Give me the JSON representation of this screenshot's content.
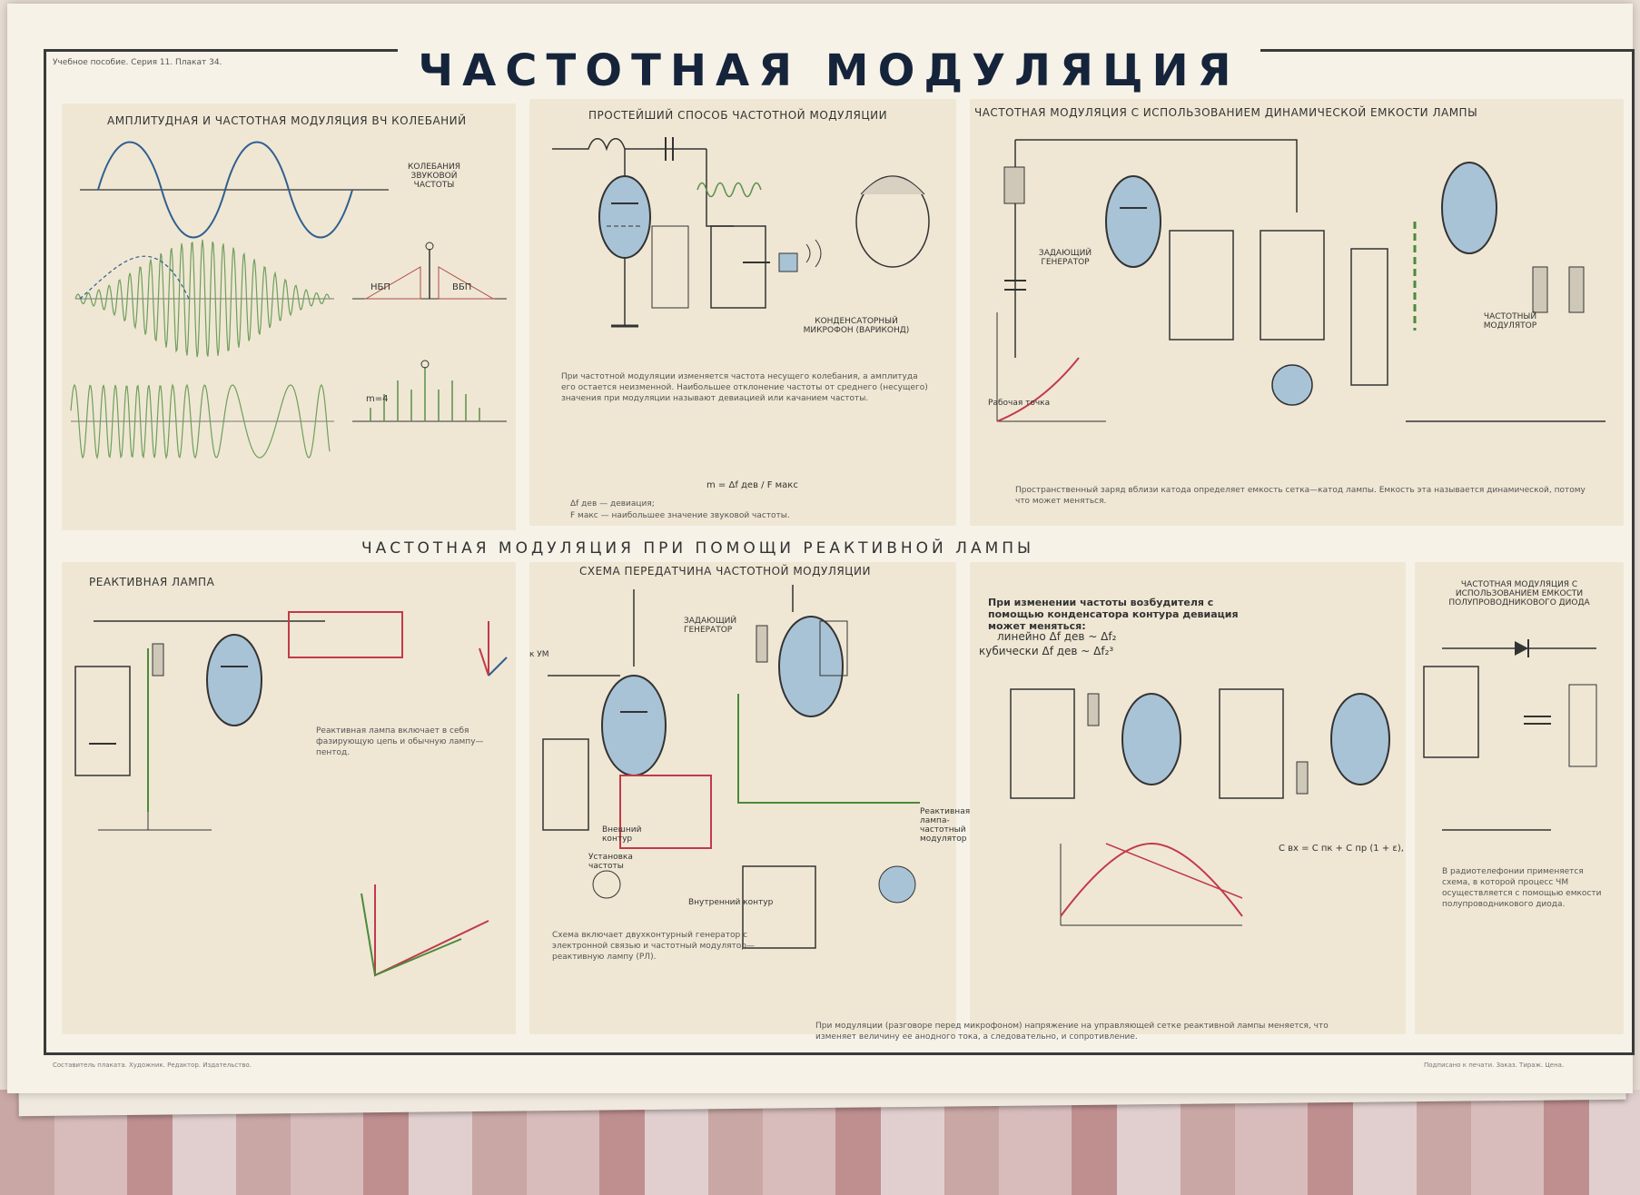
{
  "poster": {
    "title": "ЧАСТОТНАЯ МОДУЛЯЦИЯ",
    "section_headings": {
      "am_fm": "АМПЛИТУДНАЯ И ЧАСТОТНАЯ МОДУЛЯЦИЯ ВЧ КОЛЕБАНИЙ",
      "simplest": "ПРОСТЕЙШИЙ СПОСОБ ЧАСТОТНОЙ МОДУЛЯЦИИ",
      "dynamic": "ЧАСТОТНАЯ МОДУЛЯЦИЯ С ИСПОЛЬЗОВАНИЕМ ДИНАМИЧЕСКОЙ ЕМКОСТИ ЛАМПЫ",
      "reactive_band": "ЧАСТОТНАЯ МОДУЛЯЦИЯ ПРИ ПОМОЩИ РЕАКТИВНОЙ ЛАМПЫ",
      "reactive_lamp": "РЕАКТИВНАЯ ЛАМПА",
      "transmitter": "СХЕМА ПЕРЕДАТЧИНА ЧАСТОТНОЙ МОДУЛЯЦИИ",
      "diode": "ЧАСТОТНАЯ МОДУЛЯЦИЯ С ИСПОЛЬЗОВАНИЕМ ЕМКОСТИ ПОЛУПРОВОДНИКОВОГО ДИОДА"
    },
    "labels": {
      "sound_osc": "КОЛЕБАНИЯ ЗВУКОВОЙ ЧАСТОТЫ",
      "lower_band": "НБП",
      "upper_band": "ВБП",
      "m4": "m=4",
      "condenser_mic": "КОНДЕНСАТОРНЫЙ МИКРОФОН (ВАРИКОНД)",
      "master_gen": "ЗАДАЮЩИЙ ГЕНЕРАТОР",
      "freq_modulator": "ЧАСТОТНЫЙ МОДУЛЯТОР",
      "working_point": "Рабочая точка",
      "formula_m": "m = Δf дев / F макс",
      "dev_note": "Δf дев — девиация;",
      "fmax_note": "F макс — наибольшее значение звуковой частоты.",
      "deviation_varies": "При изменении частоты возбудителя с помощью конденсатора контура девиация может меняться:",
      "linear": "линейно  Δf дев ~ Δf₂",
      "cubic": "кубически  Δf дев ~ Δf₂³",
      "formula_c": "C вх = C пк + C пр (1 + ε),",
      "master_gen_2": "ЗАДАЮЩИЙ ГЕНЕРАТОР",
      "external_circuit": "Внешний контур",
      "internal_circuit": "Внутренний контур",
      "reactive_modulator": "Реактивная лампа-частотный модулятор",
      "freq_setting": "Установка частоты",
      "um": "к УМ"
    },
    "paragraphs": {
      "simplest_text": "При частотной модуляции изменяется частота несущего колебания, а амплитуда его остается неизменной. Наибольшее отклонение частоты от среднего (несущего) значения при модуляции называют девиацией или качанием частоты.",
      "dynamic_text": "Пространственный заряд вблизи катода определяет емкость сетка—катод лампы. Емкость эта называется динамической, потому что может меняться.",
      "reactive_text": "Реактивная лампа включает в себя фазирующую цепь и обычную лампу—пентод.",
      "transmitter_text": "Схема включает двухконтурный генератор с электронной связью и частотный модулятор—реактивную лампу (РЛ).",
      "bottom_text": "При модуляции (разговоре перед микрофоном) напряжение на управляющей сетке реактивной лампы меняется, что изменяет величину ее анодного тока, а следовательно, и сопротивление.",
      "diode_text": "В радиотелефонии применяется схема, в которой процесс ЧМ осуществляется с помощью емкости полупроводникового диода."
    },
    "header_note": "Учебное пособие. Серия 11. Плакат 34.",
    "footer_left": "Составитель плаката. Художник. Редактор. Издательство.",
    "footer_right": "Подписано к печати. Заказ. Тираж. Цена."
  }
}
